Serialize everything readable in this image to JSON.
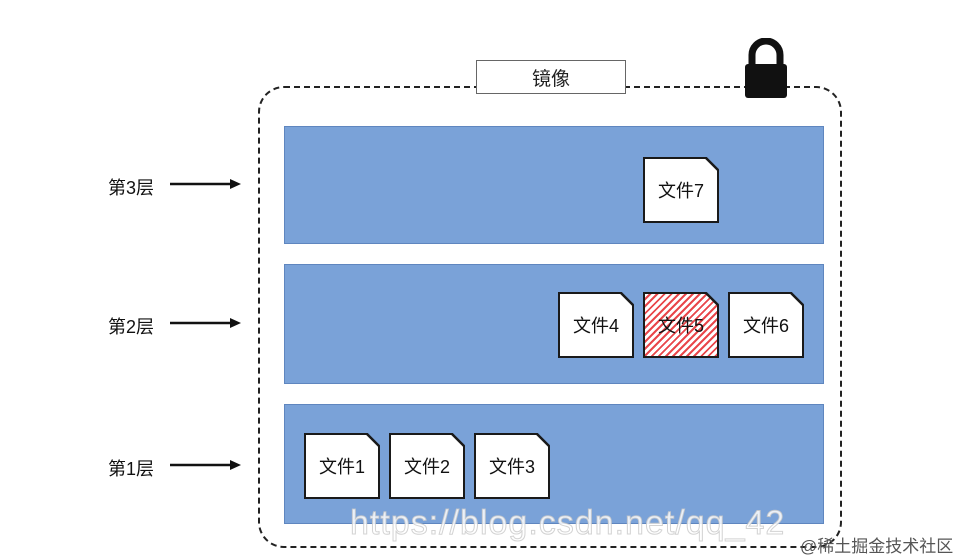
{
  "image": {
    "title": "镜像"
  },
  "layers": [
    {
      "label": "第3层",
      "files": [
        "文件7"
      ]
    },
    {
      "label": "第2层",
      "files": [
        "文件4",
        "文件5",
        "文件6"
      ]
    },
    {
      "label": "第1层",
      "files": [
        "文件1",
        "文件2",
        "文件3"
      ]
    }
  ],
  "deleted_file": "文件5",
  "icons": {
    "lock": "lock-icon",
    "arrow": "arrow-right-icon"
  },
  "colors": {
    "layer_fill": "#7aa2d8",
    "deleted_hatch": "#e9474b"
  },
  "watermark": {
    "url": "https://blog.csdn.net/qq_42",
    "site": "@稀土掘金技术社区"
  }
}
